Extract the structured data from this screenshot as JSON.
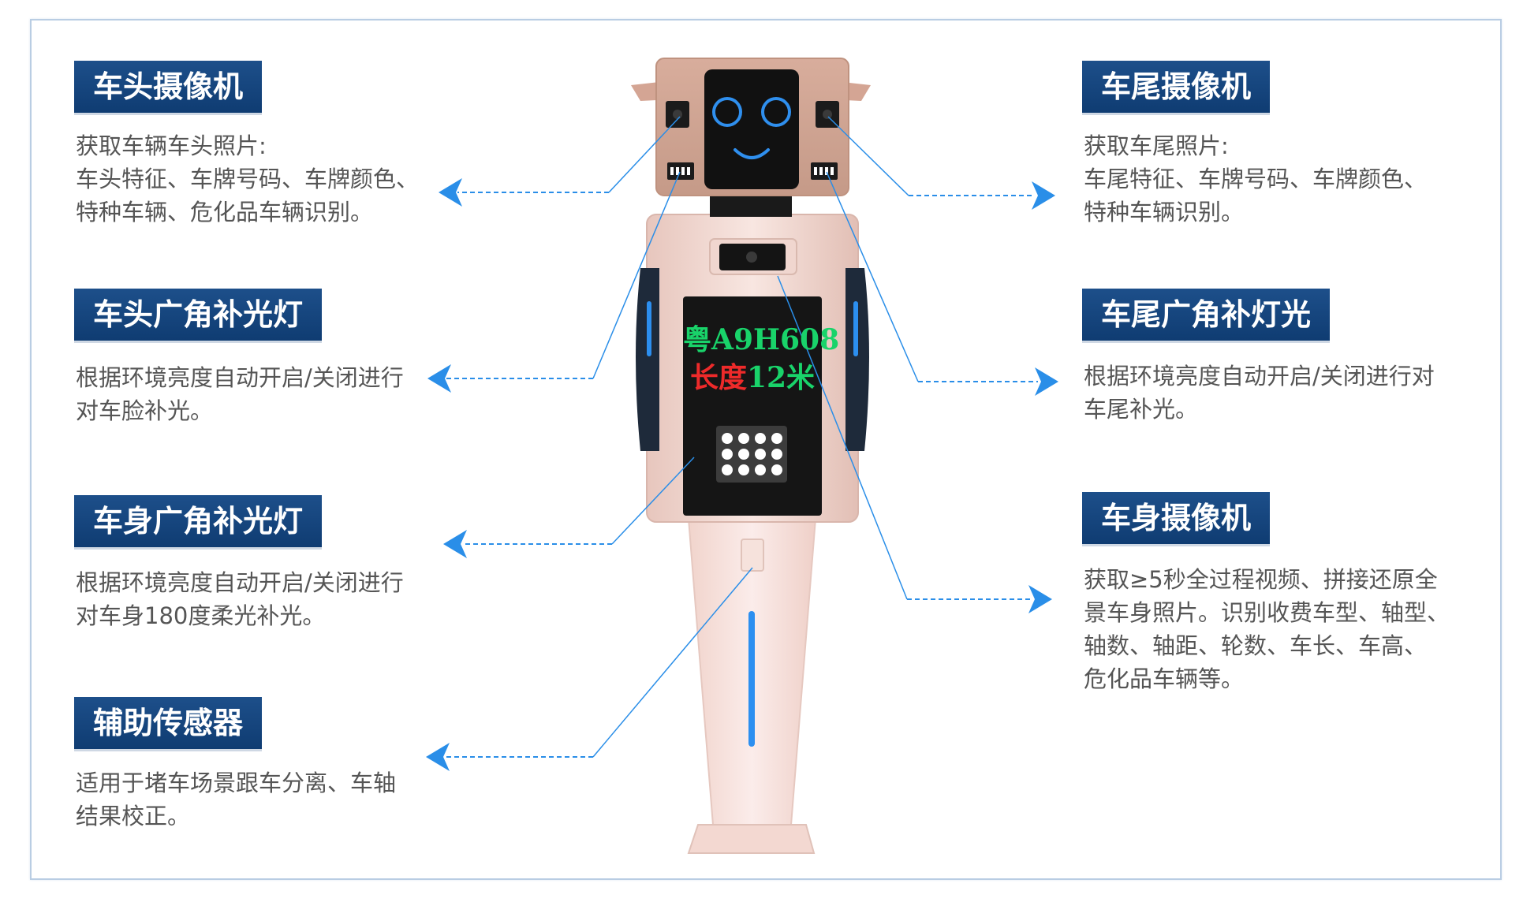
{
  "colors": {
    "label_bg": "#164886",
    "desc_text": "#555555",
    "pointer": "#2a8ee8",
    "body_shell": "#f4ddd7",
    "display_bg": "#151515",
    "plate_green": "#19d36a",
    "plate_red": "#ee2a2a"
  },
  "features": {
    "front_camera": {
      "title": "车头摄像机",
      "desc": "获取车辆车头照片:\n车头特征、车牌号码、车牌颜色、\n特种车辆、危化品车辆识别。"
    },
    "front_light": {
      "title": "车头广角补光灯",
      "desc": "根据环境亮度自动开启/关闭进行\n对车脸补光。"
    },
    "body_light": {
      "title": "车身广角补光灯",
      "desc": "根据环境亮度自动开启/关闭进行\n对车身180度柔光补光。"
    },
    "aux_sensor": {
      "title": "辅助传感器",
      "desc": "适用于堵车场景跟车分离、车轴\n结果校正。"
    },
    "rear_camera": {
      "title": "车尾摄像机",
      "desc": "获取车尾照片:\n车尾特征、车牌号码、车牌颜色、\n特种车辆识别。"
    },
    "rear_light": {
      "title": "车尾广角补灯光",
      "desc": "根据环境亮度自动开启/关闭进行对\n车尾补光。"
    },
    "body_camera": {
      "title": "车身摄像机",
      "desc": "获取≥5秒全过程视频、拼接还原全\n景车身照片。识别收费车型、轴型、\n轴数、轴距、轮数、车长、车高、\n危化品车辆等。"
    }
  },
  "display": {
    "plate_prefix": "粤",
    "plate_number": "A9H608",
    "length_label": "长度",
    "length_value": "12米"
  }
}
